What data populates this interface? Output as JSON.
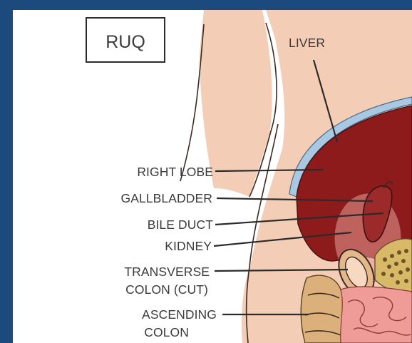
{
  "diagram": {
    "region_box_label": "RUQ",
    "labels": {
      "liver": "LIVER",
      "right_lobe": "RIGHT LOBE",
      "gallbladder": "GALLBLADDER",
      "bile_duct": "BILE DUCT",
      "kidney": "KIDNEY",
      "transverse_colon_line1": "TRANSVERSE",
      "transverse_colon_line2": "COLON (CUT)",
      "ascending_colon_line1": "ASCENDING",
      "ascending_colon_line2": "COLON"
    },
    "colors": {
      "frame": "#1d4a7c",
      "skin": "#f3cdb6",
      "liver": "#8e1b1b",
      "diaphragm": "#a9c8e2",
      "kidney": "#e79a92",
      "intestine": "#ef9b98",
      "colon": "#dcb07a",
      "pancreas": "#d8b968"
    }
  }
}
